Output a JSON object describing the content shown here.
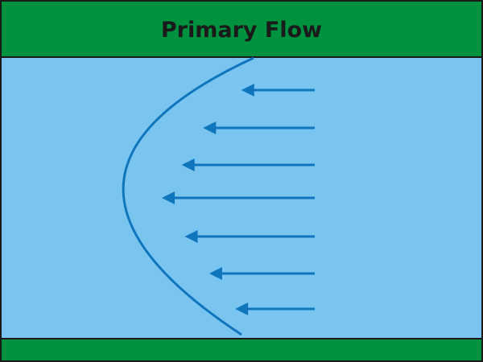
{
  "title": "Primary Flow",
  "colors": {
    "wall": "#00923f",
    "fluid": "#7ac5ef",
    "flow": "#0f75bc",
    "outline": "#1a1a1a"
  },
  "flow_direction": "left",
  "arrows": [
    {
      "relative_velocity": 0.48
    },
    {
      "relative_velocity": 0.73
    },
    {
      "relative_velocity": 0.87
    },
    {
      "relative_velocity": 1.0
    },
    {
      "relative_velocity": 0.85
    },
    {
      "relative_velocity": 0.69
    },
    {
      "relative_velocity": 0.52
    }
  ]
}
